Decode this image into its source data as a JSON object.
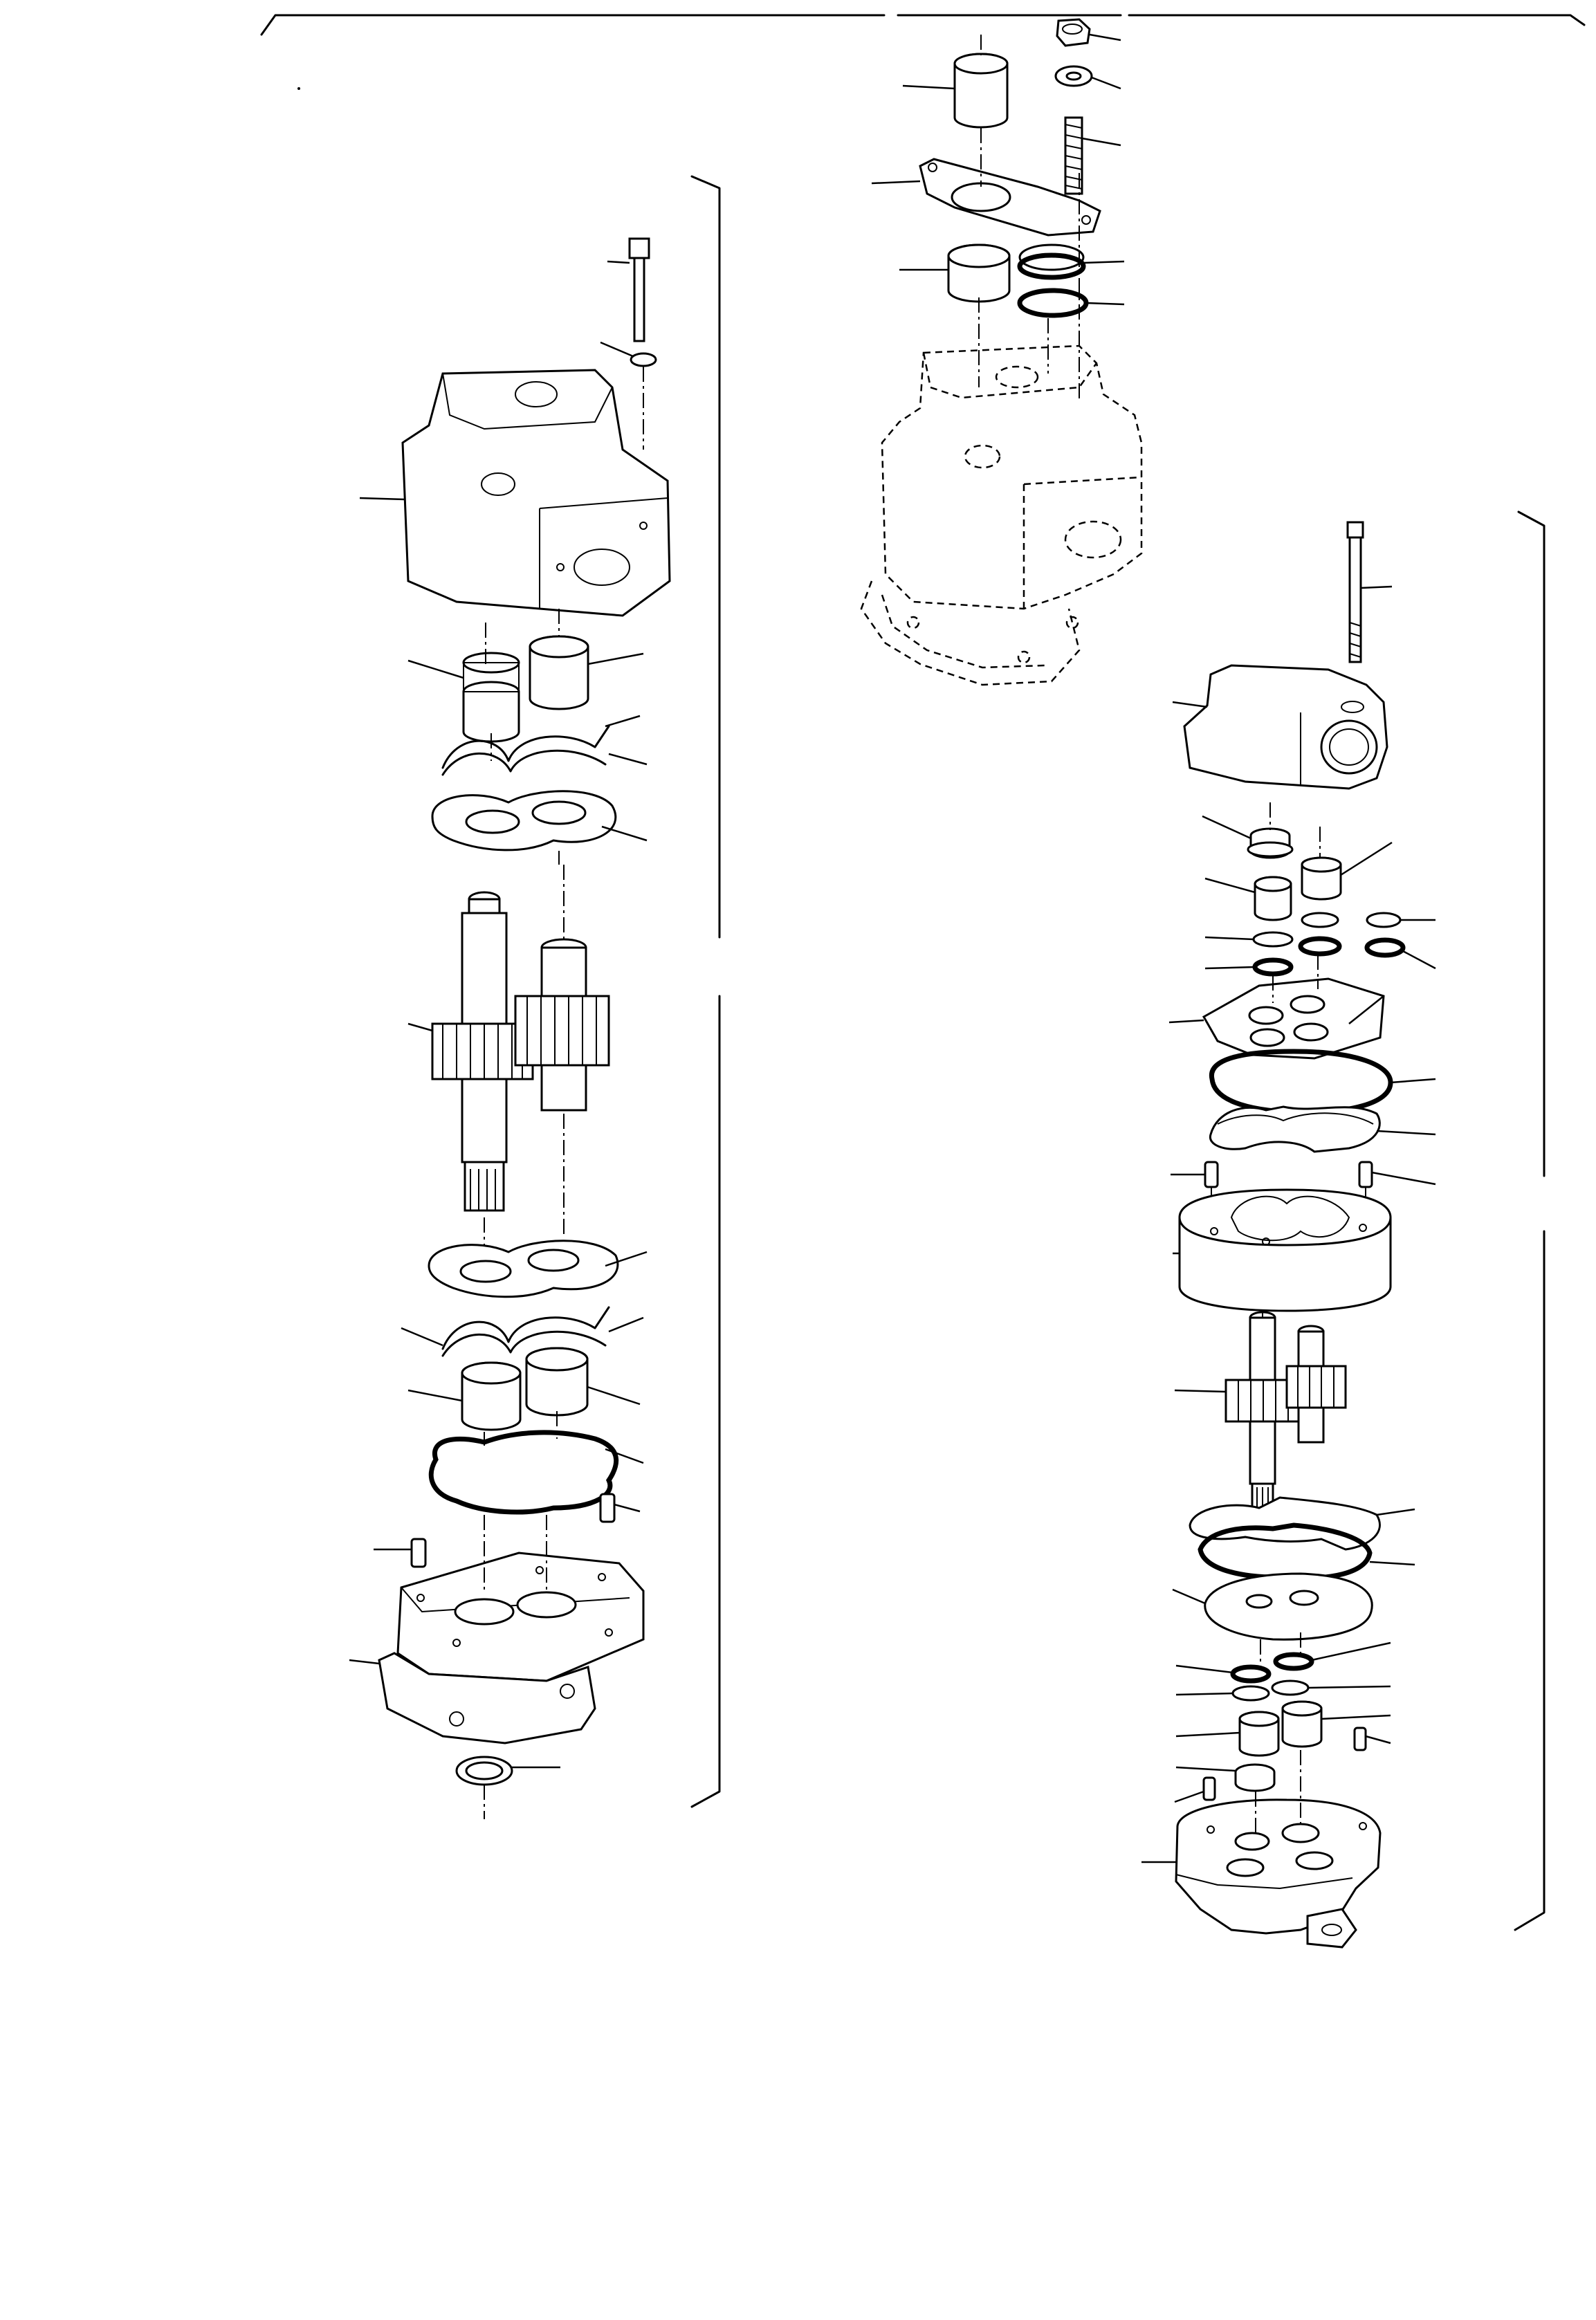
{
  "figure": {
    "title": "",
    "callout_numbers_printed": false,
    "views": [
      {
        "id": "left-pump-assembly",
        "parts": [
          "cap-screw",
          "washer",
          "body-housing",
          "needle-bearing-pair-upper",
          "wire-seal-upper",
          "wear-plate-upper",
          "drive-gear-shaft",
          "driven-gear",
          "wear-plate-lower",
          "wire-seal-lower",
          "needle-bearing-pair-lower",
          "o-ring-gasket",
          "dowel-pins",
          "flange-plate",
          "base-housing",
          "shaft-seal"
        ]
      },
      {
        "id": "top-mount-assembly",
        "parts": [
          "nut",
          "washer",
          "stud",
          "bushing",
          "gasket-plate",
          "sleeve",
          "seal-ring",
          "o-ring",
          "phantom-housing"
        ]
      },
      {
        "id": "right-pump-assembly",
        "parts": [
          "cap-screw",
          "port-cover",
          "plug",
          "needle-bearings",
          "o-rings",
          "wear-plate",
          "seal-rings",
          "gear-housing",
          "dowel-pins",
          "gear-set",
          "wear-plate-lower",
          "bearings-lower",
          "end-housing"
        ]
      }
    ]
  }
}
